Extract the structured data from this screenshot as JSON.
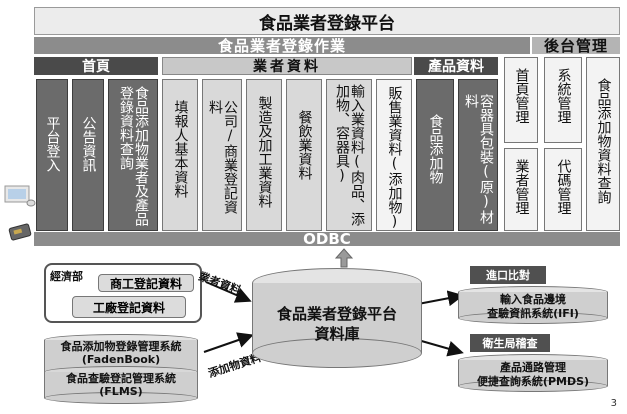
{
  "title": "食品業者登錄平台",
  "sections": {
    "operations": "食品業者登錄作業",
    "backend": "後台管理",
    "home": "首頁",
    "business_data": "業者資料",
    "product_data": "產品資料"
  },
  "columns": [
    {
      "text": "平台登入"
    },
    {
      "text": "公告資訊"
    },
    {
      "text": "食品添加物業者及產品登錄資料查詢"
    },
    {
      "text": "填報人基本資料"
    },
    {
      "text": "公司/商業登記資料"
    },
    {
      "text": "製造及加工業資料"
    },
    {
      "text": "餐飲業資料"
    },
    {
      "text": "輸入業資料(肉品、添加物、容器具)"
    },
    {
      "text": "販售業資料(添加物)"
    },
    {
      "text": "食品添加物"
    },
    {
      "text": "容器具包裝(原)材料"
    }
  ],
  "backend_items": [
    {
      "text": "首頁管理"
    },
    {
      "text": "系統管理"
    },
    {
      "text": "食品添加物資料查詢"
    },
    {
      "text": "業者管理"
    },
    {
      "text": "代碼管理"
    }
  ],
  "odbc": "ODBC",
  "bottom": {
    "econ_ministry": "經濟部",
    "business_reg": "商工登記資料",
    "factory_reg": "工廠登記資料",
    "fadenbook_line1": "食品添加物登錄管理系統",
    "fadenbook_line2": "(FadenBook)",
    "flms_line1": "食品查驗登記管理系統",
    "flms_line2": "(FLMS)",
    "arrow_business": "業者資料",
    "arrow_additive": "添加物資料",
    "db_line1": "食品業者登錄平台",
    "db_line2": "資料庫",
    "import_tag": "進口比對",
    "ifi_line1": "輸入食品邊境",
    "ifi_line2": "查驗資訊系統(IFI)",
    "health_tag": "衛生局稽查",
    "pmds_line1": "產品通路管理",
    "pmds_line2": "便捷查詢系統(PMDS)"
  },
  "page_number": "3"
}
